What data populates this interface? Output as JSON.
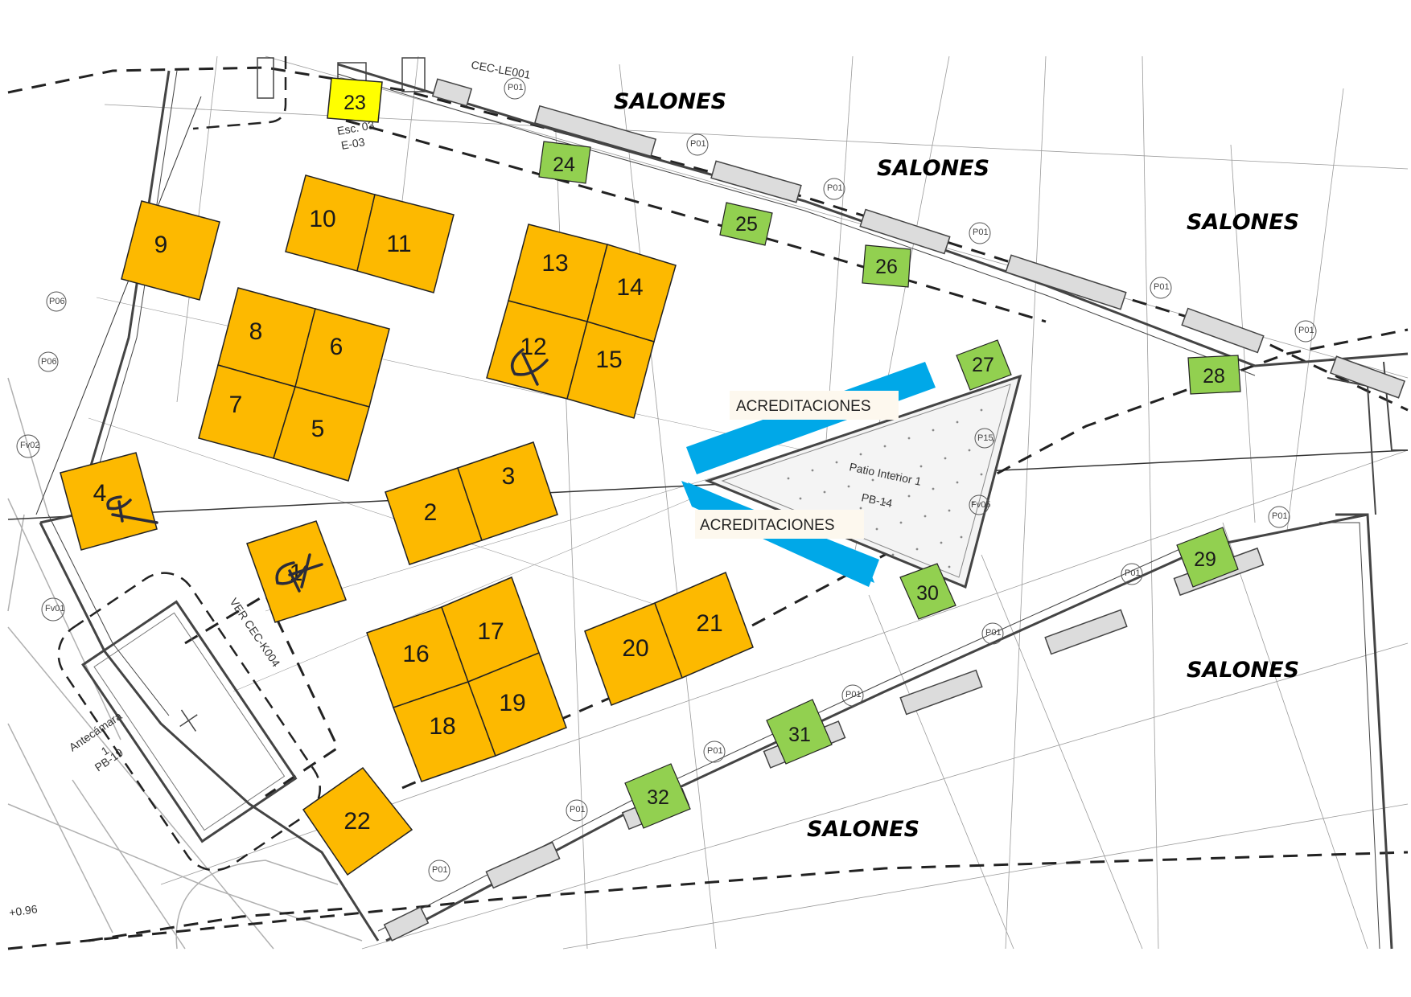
{
  "colors": {
    "booth": "#fdb900",
    "green": "#92d050",
    "yellow": "#ffff00",
    "accred": "#00a8e8"
  },
  "salones": [
    "SALONES",
    "SALONES",
    "SALONES",
    "SALONES",
    "SALONES"
  ],
  "acreditaciones": [
    "ACREDITACIONES",
    "ACREDITACIONES"
  ],
  "booths": {
    "b1": "1",
    "b2": "2",
    "b3": "3",
    "b4": "4",
    "b5": "5",
    "b6": "6",
    "b7": "7",
    "b8": "8",
    "b9": "9",
    "b10": "10",
    "b11": "11",
    "b12": "12",
    "b13": "13",
    "b14": "14",
    "b15": "15",
    "b16": "16",
    "b17": "17",
    "b18": "18",
    "b19": "19",
    "b20": "20",
    "b21": "21",
    "b22": "22"
  },
  "green_booths": {
    "b23": "23",
    "b24": "24",
    "b25": "25",
    "b26": "26",
    "b27": "27",
    "b28": "28",
    "b29": "29",
    "b30": "30",
    "b31": "31",
    "b32": "32"
  },
  "plan_labels": {
    "patio": "Patio Interior 1",
    "patio_code": "PB-14",
    "antecamara": "Antecámara",
    "antecamara_num": "1",
    "antecamara_code": "PB-19",
    "ver_cec": "VER CEC-K004",
    "cec_le": "CEC-LE001",
    "esc": "Esc. 03",
    "esc_code": "E-03",
    "level": "+0.96",
    "door": "P01",
    "p06": "P06",
    "fv01": "Fv01",
    "fv02": "Fv02",
    "p15": "P15",
    "fv05": "Fv05"
  }
}
